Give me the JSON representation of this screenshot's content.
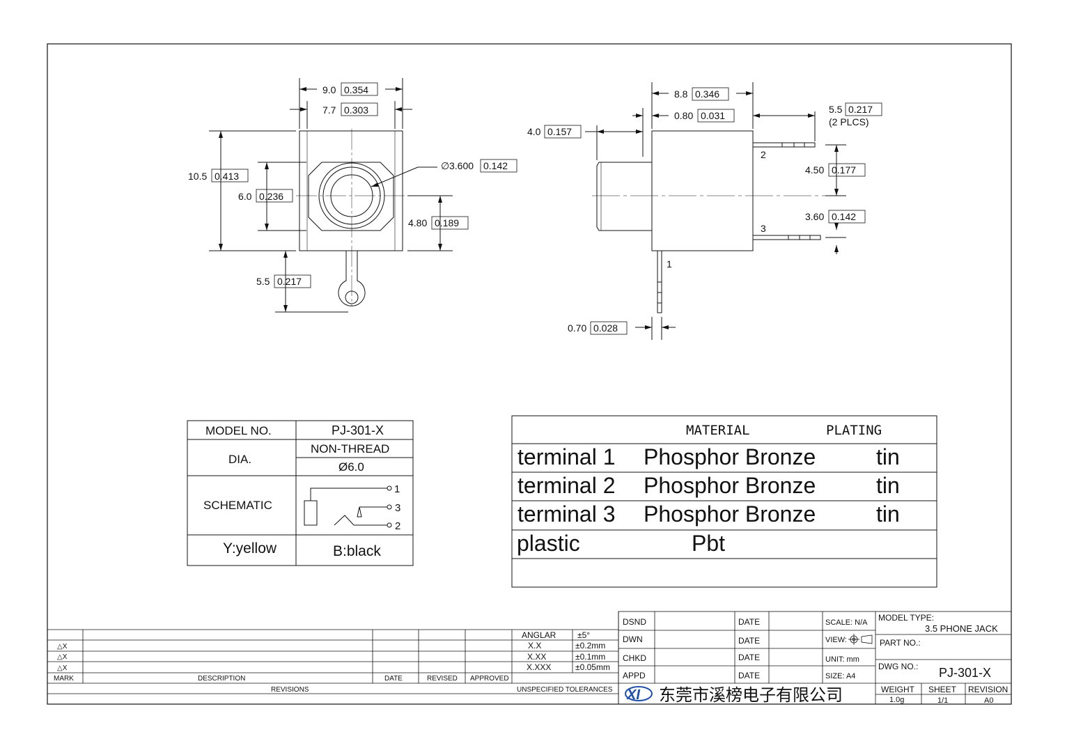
{
  "front_view": {
    "width_outer": {
      "mm": "9.0",
      "inch": "0.354"
    },
    "width_inner": {
      "mm": "7.7",
      "inch": "0.303"
    },
    "height_outer": {
      "mm": "10.5",
      "inch": "0.413"
    },
    "height_inner": {
      "mm": "6.0",
      "inch": "0.236"
    },
    "hole_dia": {
      "mm": "3.600",
      "inch": "0.142"
    },
    "center_height": {
      "mm": "4.80",
      "inch": "0.189"
    },
    "lug_length": {
      "mm": "5.5",
      "inch": "0.217"
    }
  },
  "side_view": {
    "body_length": {
      "mm": "8.8",
      "inch": "0.346"
    },
    "flange": {
      "mm": "0.80",
      "inch": "0.031"
    },
    "barrel": {
      "mm": "4.0",
      "inch": "0.157"
    },
    "pin_length": {
      "mm": "5.5",
      "inch": "0.217"
    },
    "pin_length_note": "(2 PLCS)",
    "pin_spacing_upper": {
      "mm": "4.50",
      "inch": "0.177"
    },
    "pin_spacing_lower": {
      "mm": "3.60",
      "inch": "0.142"
    },
    "pin_thickness": {
      "mm": "0.70",
      "inch": "0.028"
    },
    "pin_labels": [
      "2",
      "3",
      "1"
    ]
  },
  "spec_table": {
    "model_label": "MODEL NO.",
    "model_value": "PJ-301-X",
    "dia_label": "DIA.",
    "dia_type": "NON-THREAD",
    "dia_value": "Ø6.0",
    "schematic_label": "SCHEMATIC",
    "schematic_pins": [
      "1",
      "3",
      "2"
    ],
    "color_y": "Y:yellow",
    "color_b": "B:black"
  },
  "material_table": {
    "header_material": "MATERIAL",
    "header_plating": "PLATING",
    "rows": [
      {
        "part": "terminal 1",
        "material": "Phosphor Bronze",
        "plating": "tin"
      },
      {
        "part": "terminal 2",
        "material": "Phosphor Bronze",
        "plating": "tin"
      },
      {
        "part": "terminal 3",
        "material": "Phosphor Bronze",
        "plating": "tin"
      },
      {
        "part": "plastic",
        "material": "Pbt",
        "plating": ""
      }
    ]
  },
  "revisions": {
    "marks": [
      "△X",
      "△X",
      "△X"
    ],
    "headers": {
      "mark": "MARK",
      "description": "DESCRIPTION",
      "date": "DATE",
      "revised": "REVISED",
      "approved": "APPROVED"
    },
    "footer": "REVISIONS"
  },
  "tolerances": {
    "rows": [
      {
        "label": "ANGLAR",
        "value": "±5°"
      },
      {
        "label": "X.X",
        "value": "±0.2mm"
      },
      {
        "label": "X.XX",
        "value": "±0.1mm"
      },
      {
        "label": "X.XXX",
        "value": "±0.05mm"
      }
    ],
    "footer": "UNSPECIFIED TOLERANCES"
  },
  "title_block": {
    "signoffs": [
      "DSND",
      "DWN",
      "CHKD",
      "APPD"
    ],
    "date_label": "DATE",
    "scale": "SCALE: N/A",
    "view": "VIEW:",
    "unit": "UNIT: mm",
    "size": "SIZE: A4",
    "model_type_label": "MODEL TYPE:",
    "model_type_value": "3.5 PHONE JACK",
    "part_no_label": "PART NO.:",
    "dwg_no_label": "DWG NO.:",
    "dwg_no_value": "PJ-301-X",
    "company": "东莞市溪榜电子有限公司",
    "weight_label": "WEIGHT",
    "weight_value": "1.0g",
    "sheet_label": "SHEET",
    "sheet_value": "1/1",
    "revision_label": "REVISION",
    "revision_value": "A0"
  },
  "colors": {
    "line": "#111111",
    "accent_red": "#c0392b",
    "logo_blue": "#1f4fa8"
  }
}
